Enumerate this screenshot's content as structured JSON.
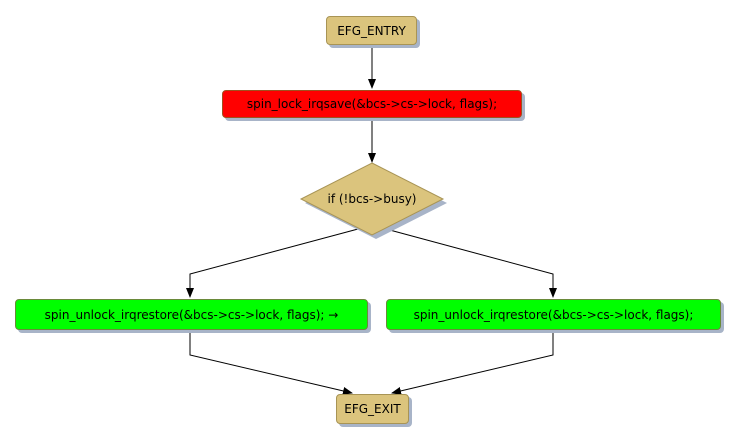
{
  "diagram": {
    "nodes": {
      "entry": "EFG_ENTRY",
      "lock": "spin_lock_irqsave(&bcs->cs->lock, flags);",
      "condition": "if (!bcs->busy)",
      "unlock_left": "spin_unlock_irqrestore(&bcs->cs->lock, flags); →",
      "unlock_right": "spin_unlock_irqrestore(&bcs->cs->lock, flags);",
      "exit": "EFG_EXIT"
    },
    "edges": [
      {
        "from": "entry",
        "to": "lock"
      },
      {
        "from": "lock",
        "to": "condition"
      },
      {
        "from": "condition",
        "to": "unlock_left"
      },
      {
        "from": "condition",
        "to": "unlock_right"
      },
      {
        "from": "unlock_left",
        "to": "exit"
      },
      {
        "from": "unlock_right",
        "to": "exit"
      }
    ],
    "colors": {
      "terminal": "#dbc47d",
      "lock": "#ff0000",
      "unlock": "#00ff00",
      "decision": "#dbc47d"
    }
  }
}
